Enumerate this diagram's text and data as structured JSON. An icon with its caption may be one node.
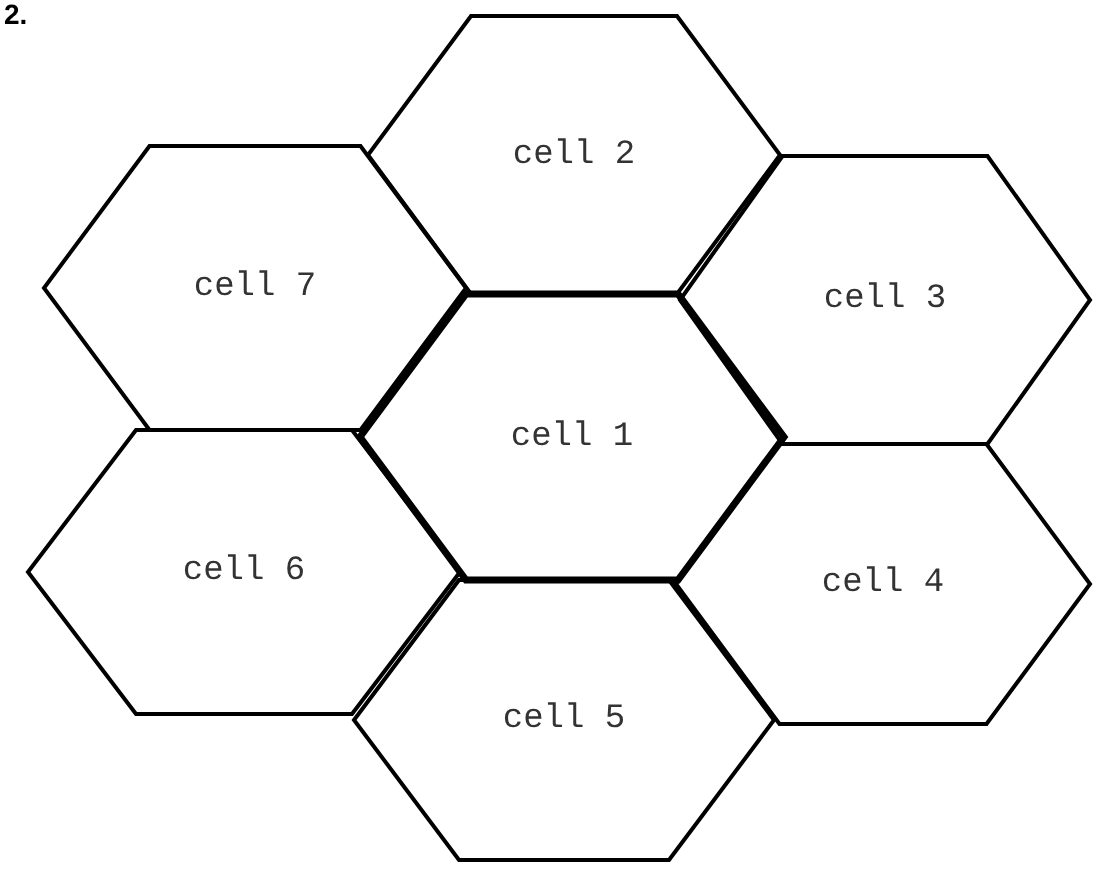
{
  "diagram": {
    "nodes": [
      {
        "text": [
          "cell 1"
        ]
      },
      {
        "text": [
          "cell 2"
        ]
      },
      {
        "text": [
          "cell 3"
        ]
      },
      {
        "text": [
          "cell 4"
        ]
      },
      {
        "text": [
          "cell 5"
        ]
      },
      {
        "text": [
          "cell 6"
        ]
      },
      {
        "text": [
          "cell 7"
        ]
      }
    ],
    "labels": [
      "2."
    ]
  }
}
